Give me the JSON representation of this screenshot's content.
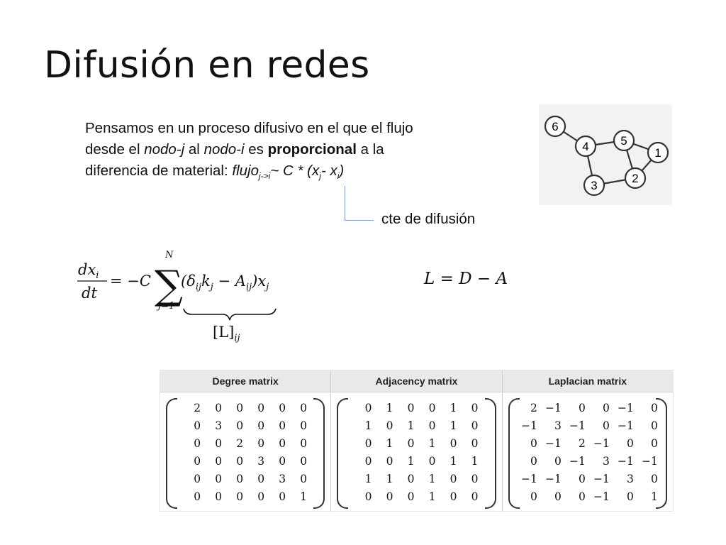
{
  "title": "Difusión en redes",
  "intro": {
    "line1": "Pensamos en un proceso difusivo en el que el flujo",
    "l2_a": "desde el ",
    "l2_b": "nodo-j",
    "l2_c": " al ",
    "l2_d": "nodo-i",
    "l2_e": " es ",
    "l2_f": "proporcional",
    "l2_g": " a la",
    "l3_a": "diferencia de material:  ",
    "l3_flujo": "flujo",
    "l3_sub": "j->i",
    "l3_rest": "~ C * (x",
    "l3_xj": "j",
    "l3_minus": "- x",
    "l3_xi": "i",
    "l3_close": ")"
  },
  "annotation": "cte de difusión",
  "equation1": {
    "dx": "dx",
    "i": "i",
    "dt": "dt",
    "eq": "= −C",
    "N": "N",
    "jeq": "j=1",
    "body": "(δ",
    "ij": "ij",
    "k": "k",
    "kj": "j",
    "minus": " − A",
    "Aij": "ij",
    "close": ")x",
    "xj": "j",
    "L": "[L]",
    "Lij": "ij"
  },
  "equation2": "L = D − A",
  "graph": {
    "nodes": [
      "6",
      "4",
      "5",
      "1",
      "2",
      "3"
    ]
  },
  "matrices": {
    "headers": [
      "Degree matrix",
      "Adjacency matrix",
      "Laplacian matrix"
    ],
    "degree": [
      [
        "2",
        "0",
        "0",
        "0",
        "0",
        "0"
      ],
      [
        "0",
        "3",
        "0",
        "0",
        "0",
        "0"
      ],
      [
        "0",
        "0",
        "2",
        "0",
        "0",
        "0"
      ],
      [
        "0",
        "0",
        "0",
        "3",
        "0",
        "0"
      ],
      [
        "0",
        "0",
        "0",
        "0",
        "3",
        "0"
      ],
      [
        "0",
        "0",
        "0",
        "0",
        "0",
        "1"
      ]
    ],
    "adjacency": [
      [
        "0",
        "1",
        "0",
        "0",
        "1",
        "0"
      ],
      [
        "1",
        "0",
        "1",
        "0",
        "1",
        "0"
      ],
      [
        "0",
        "1",
        "0",
        "1",
        "0",
        "0"
      ],
      [
        "0",
        "0",
        "1",
        "0",
        "1",
        "1"
      ],
      [
        "1",
        "1",
        "0",
        "1",
        "0",
        "0"
      ],
      [
        "0",
        "0",
        "0",
        "1",
        "0",
        "0"
      ]
    ],
    "laplacian": [
      [
        "2",
        "−1",
        "0",
        "0",
        "−1",
        "0"
      ],
      [
        "−1",
        "3",
        "−1",
        "0",
        "−1",
        "0"
      ],
      [
        "0",
        "−1",
        "2",
        "−1",
        "0",
        "0"
      ],
      [
        "0",
        "0",
        "−1",
        "3",
        "−1",
        "−1"
      ],
      [
        "−1",
        "−1",
        "0",
        "−1",
        "3",
        "0"
      ],
      [
        "0",
        "0",
        "0",
        "−1",
        "0",
        "1"
      ]
    ]
  }
}
